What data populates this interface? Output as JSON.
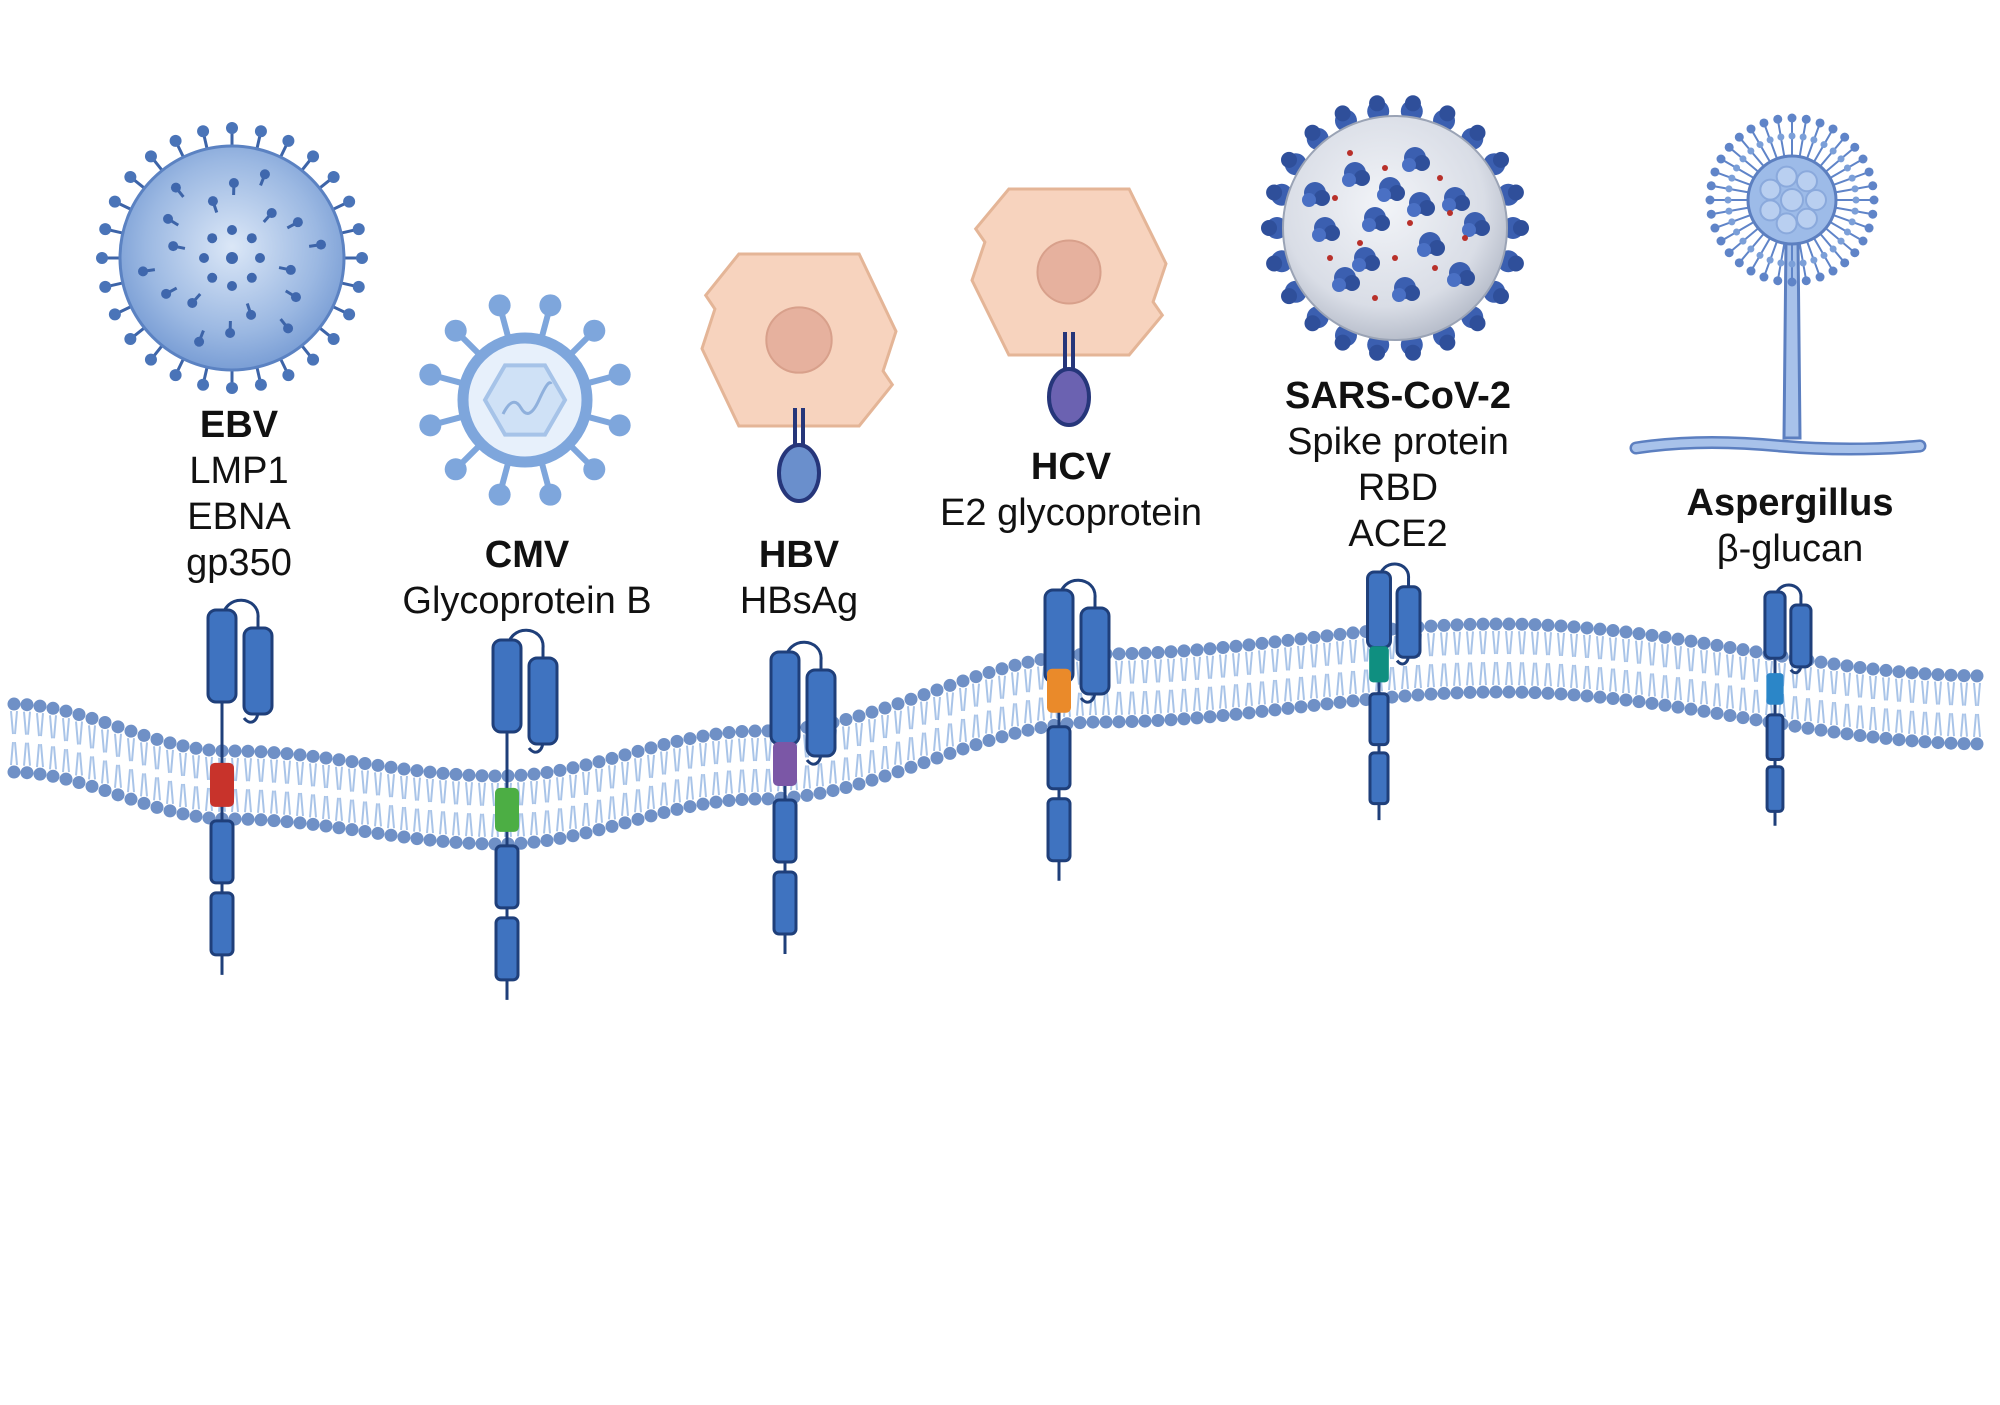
{
  "colors": {
    "membrane_head": "#6f90c6",
    "membrane_tail": "#a9c4e8",
    "receptor": "#3f73c0",
    "receptor_outline": "#1f3f7a",
    "cell_fill": "#f7d3be",
    "cell_outline": "#e4b597",
    "nucleus": "#e6b19e"
  },
  "pathogens": [
    {
      "id": "ebv",
      "icon": "ebv-virus-icon",
      "name": "EBV",
      "lines": [
        "LMP1",
        "EBNA",
        "gp350"
      ],
      "costim_color": "#c8332b"
    },
    {
      "id": "cmv",
      "icon": "cmv-virus-icon",
      "name": "CMV",
      "lines": [
        "Glycoprotein B"
      ],
      "costim_color": "#4cae44"
    },
    {
      "id": "hbv",
      "icon": "infected-hepatocyte-icon",
      "name": "HBV",
      "lines": [
        "HBsAg"
      ],
      "costim_color": "#7b57a6"
    },
    {
      "id": "hcv",
      "icon": "infected-hepatocyte-icon",
      "name": "HCV",
      "lines": [
        "E2 glycoprotein"
      ],
      "costim_color": "#ea8a2a"
    },
    {
      "id": "sars",
      "icon": "coronavirus-icon",
      "name": "SARS-CoV-2",
      "lines": [
        "Spike protein",
        "RBD",
        "ACE2"
      ],
      "costim_color": "#0f8f80"
    },
    {
      "id": "asp",
      "icon": "aspergillus-fungus-icon",
      "name": "Aspergillus",
      "lines": [
        "β-glucan"
      ],
      "costim_color": "#2b86c8"
    }
  ]
}
